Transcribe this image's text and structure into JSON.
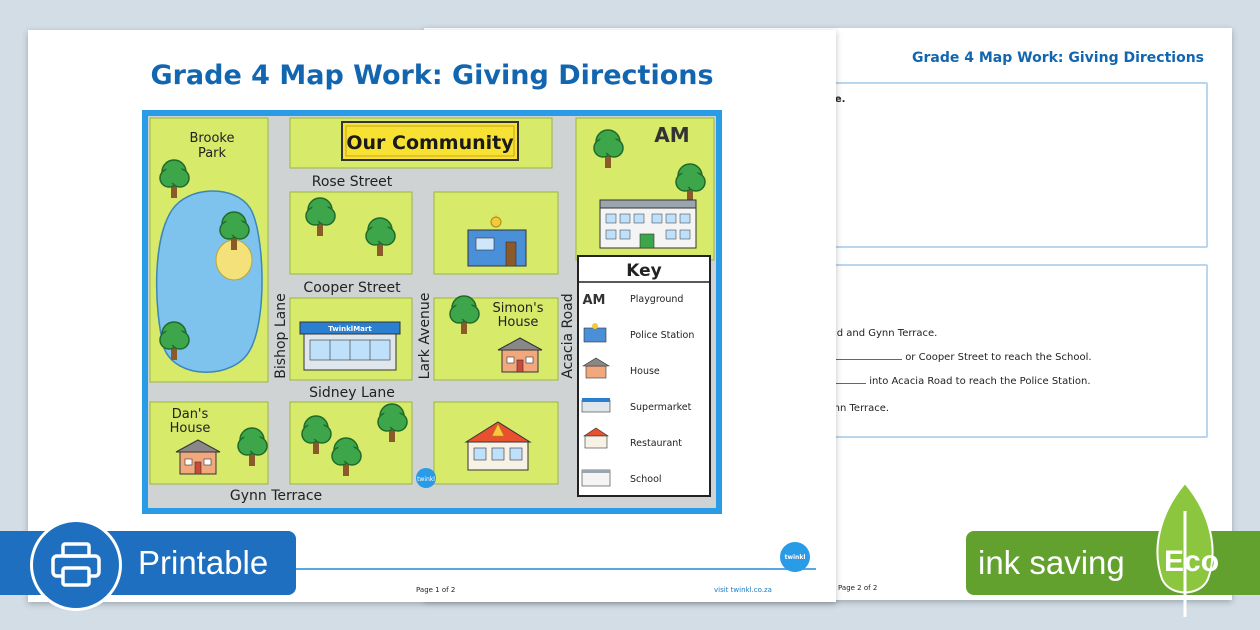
{
  "back_page": {
    "title": "Grade 4 Map Work: Giving Directions",
    "frag_true": "true.",
    "frag_a": "Road and Gynn Terrace.",
    "frag_b": "or Cooper Street to reach the School.",
    "frag_c": "into Acacia Road to reach the Police Station.",
    "frag_d": "Gynn Terrace.",
    "page_num": "Page 2 of 2"
  },
  "front_page": {
    "title": "Grade 4 Map Work: Giving Directions",
    "page_num": "Page 1 of 2",
    "site": "visit twinkl.co.za",
    "logo": "twinkl"
  },
  "map": {
    "banner": "Our Community",
    "streets": {
      "rose": "Rose Street",
      "cooper": "Cooper Street",
      "sidney": "Sidney Lane",
      "gynn": "Gynn Terrace",
      "bishop": "Bishop Lane",
      "lark": "Lark Avenue",
      "acacia": "Acacia Road"
    },
    "places": {
      "brooke_park": [
        "Brooke",
        "Park"
      ],
      "simons_house": [
        "Simon's",
        "House"
      ],
      "dans_house": [
        "Dan's",
        "House"
      ],
      "supermarket_sign": "TwinklMart",
      "playground_sign": "AM"
    },
    "key": {
      "title": "Key",
      "items": [
        "Playground",
        "Police Station",
        "House",
        "Supermarket",
        "Restaurant",
        "School"
      ]
    },
    "watermark": "twinkl"
  },
  "badges": {
    "printable": "Printable",
    "ink_saving": "ink saving",
    "eco": "Eco"
  },
  "colors": {
    "title_blue": "#1266b0",
    "map_border": "#2a9be6",
    "grass": "#d7ea6a",
    "road": "#cfd3d4",
    "water": "#7dc3ee",
    "printable_badge": "#1e6fbf",
    "eco_badge": "#63a12f"
  }
}
